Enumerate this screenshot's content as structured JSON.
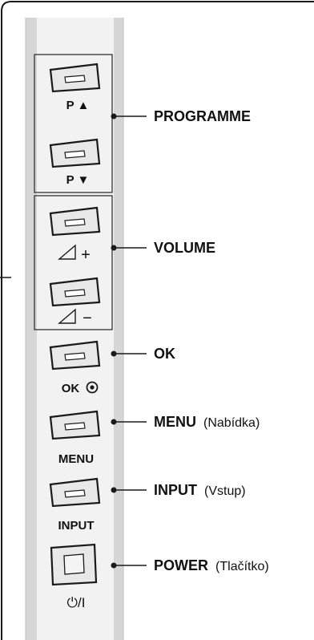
{
  "panel": {
    "programme_up_caption": "P ▲",
    "programme_down_caption": "P ▼",
    "volume_up_caption": "+",
    "volume_down_caption": "−",
    "ok_caption": "OK",
    "menu_caption": "MENU",
    "input_caption": "INPUT",
    "power_caption": "⏻/I",
    "volume_icon": "volume-triangle-icon",
    "ok_icon": "target-circle-icon"
  },
  "callouts": {
    "programme": "PROGRAMME",
    "volume": "VOLUME",
    "ok": "OK",
    "menu": "MENU",
    "menu_sub": "(Nabídka)",
    "input": "INPUT",
    "input_sub": "(Vstup)",
    "power": "POWER",
    "power_sub": "(Tlačítko)"
  },
  "colors": {
    "panel_gray": "#d6d6d6",
    "panel_light": "#f2f2f2",
    "button_fill": "#e8e8e8",
    "line": "#1a1a1a"
  }
}
